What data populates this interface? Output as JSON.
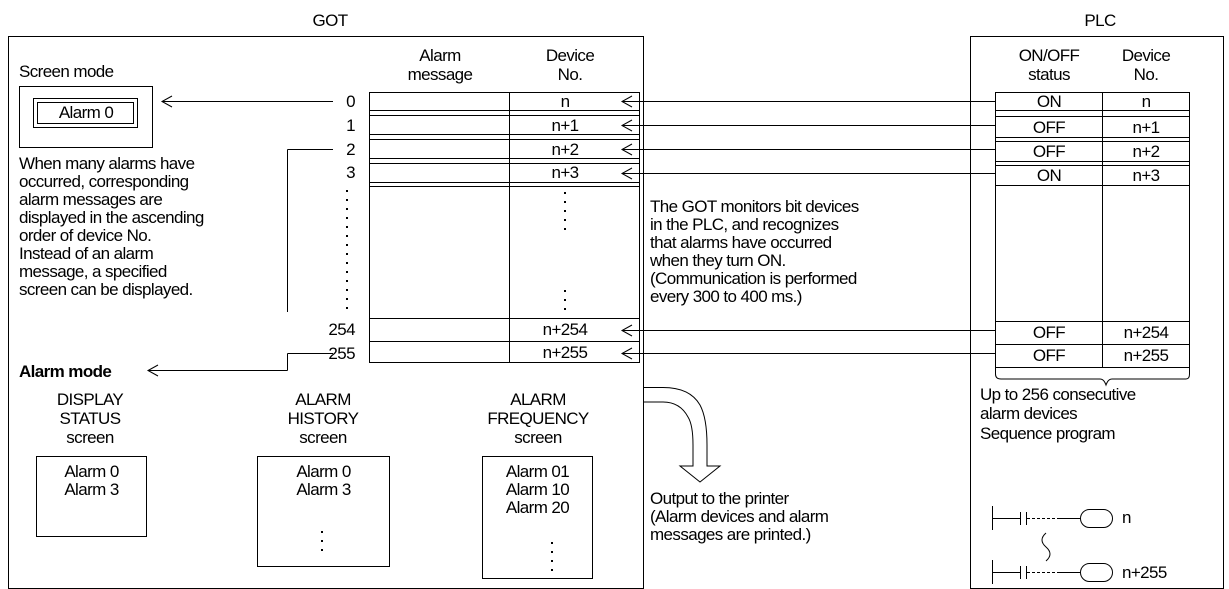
{
  "headers": {
    "got": "GOT",
    "plc": "PLC"
  },
  "got_table": {
    "col_alarm_message": [
      "Alarm",
      "message"
    ],
    "col_device_no": [
      "Device",
      "No."
    ],
    "row_indexes": [
      "0",
      "1",
      "2",
      "3",
      "254",
      "255"
    ],
    "device_nos": [
      "n",
      "n+1",
      "n+2",
      "n+3",
      "n+254",
      "n+255"
    ]
  },
  "screen_mode": {
    "label": "Screen mode",
    "display_text": "Alarm 0",
    "description": [
      "When many alarms have",
      "occurred, corresponding",
      "alarm messages are",
      "displayed in the ascending",
      "order of device No.",
      "Instead of an alarm",
      "message, a specified",
      "screen can be displayed."
    ]
  },
  "alarm_mode": {
    "label": "Alarm mode",
    "screens": [
      {
        "title": [
          "DISPLAY",
          "STATUS",
          "screen"
        ],
        "items": [
          "Alarm 0",
          "Alarm 3"
        ]
      },
      {
        "title": [
          "ALARM",
          "HISTORY",
          "screen"
        ],
        "items": [
          "Alarm 0",
          "Alarm 3"
        ]
      },
      {
        "title": [
          "ALARM",
          "FREQUENCY",
          "screen"
        ],
        "items": [
          "Alarm 01",
          "Alarm 10",
          "Alarm 20"
        ]
      }
    ]
  },
  "monitor_note": [
    "The GOT monitors bit devices",
    "in the PLC, and recognizes",
    "that alarms have occurred",
    "when they turn ON.",
    "(Communication is performed",
    "every 300 to 400 ms.)"
  ],
  "printer_note": [
    "Output to the printer",
    "(Alarm devices and alarm",
    "messages are printed.)"
  ],
  "plc_table": {
    "col_status": [
      "ON/OFF",
      "status"
    ],
    "col_device_no": [
      "Device",
      "No."
    ],
    "statuses": [
      "ON",
      "OFF",
      "OFF",
      "ON",
      "OFF",
      "OFF"
    ],
    "device_nos": [
      "n",
      "n+1",
      "n+2",
      "n+3",
      "n+254",
      "n+255"
    ]
  },
  "plc_notes": {
    "consecutive": [
      "Up to 256 consecutive",
      "alarm devices"
    ],
    "sequence_program": "Sequence program",
    "coil_labels": [
      "n",
      "n+255"
    ]
  }
}
